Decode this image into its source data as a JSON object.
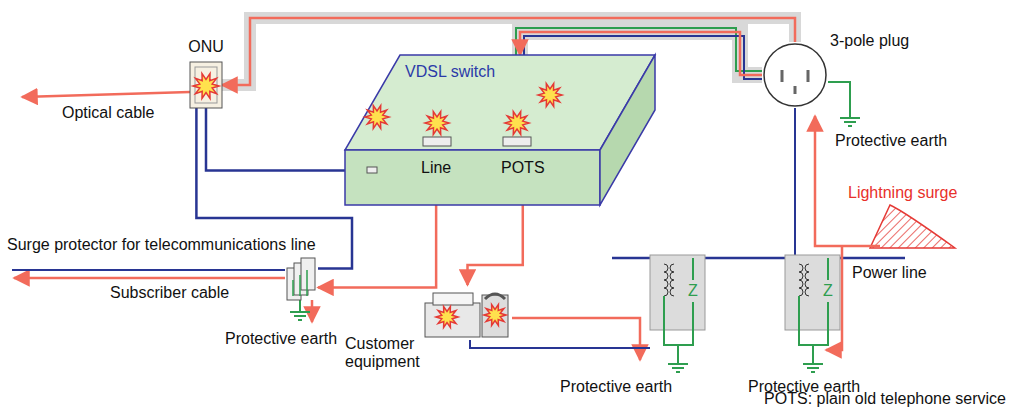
{
  "diagram": {
    "nodes": [
      {
        "text": [
          "ONU"
        ]
      },
      {
        "text": [
          "VDSL switch"
        ]
      },
      {
        "text": [
          "Line"
        ],
        "in": 1
      },
      {
        "text": [
          "POTS"
        ],
        "in": 1
      },
      {
        "text": [
          "Surge protector for telecommunications line"
        ]
      },
      {
        "text": [
          "Customer equipment"
        ]
      },
      {
        "text": [
          "3-pole plug"
        ]
      }
    ],
    "edges": [
      {
        "from": 6,
        "to": 0,
        "arrow": "to"
      },
      {
        "from": 6,
        "to": 1,
        "arrow": "to"
      },
      {
        "from": 2,
        "to": 4,
        "arrow": "to"
      },
      {
        "from": 3,
        "to": 5,
        "arrow": "to"
      },
      {
        "from": 0,
        "to": 1,
        "arrow": "none"
      },
      {
        "from": 0,
        "to": 4,
        "arrow": "none"
      }
    ],
    "labels": [
      "Optical cable",
      "Protective earth",
      "Lightning surge",
      "Subscriber cable",
      "Power line",
      "Z",
      "Z",
      "Protective earth",
      "Protective earth",
      "Protective earth",
      "POTS: plain old telephone service"
    ]
  }
}
